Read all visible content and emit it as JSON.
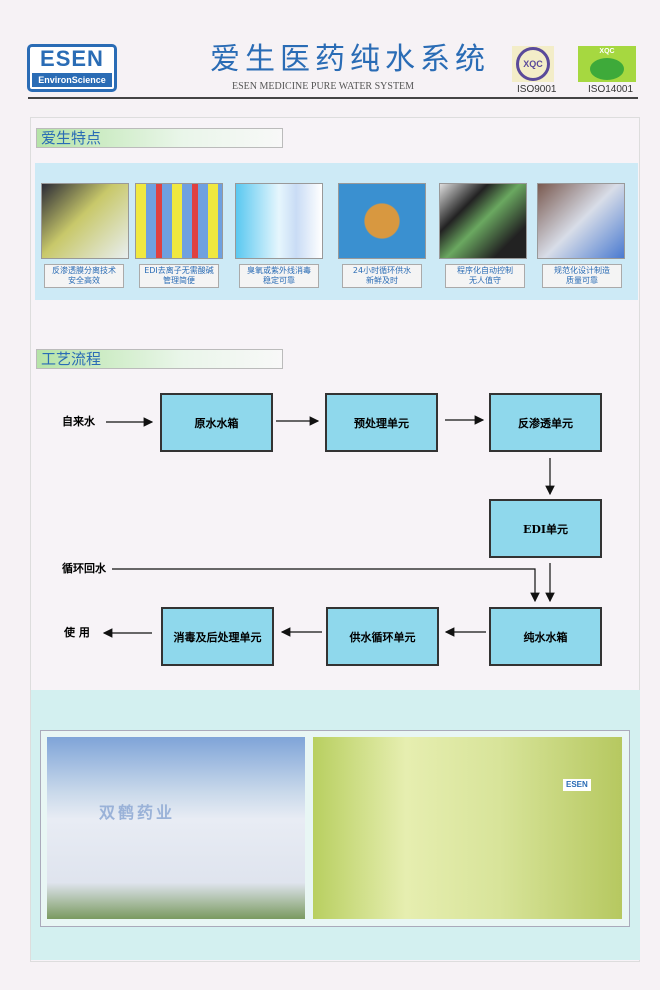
{
  "header": {
    "logo_text": "ESEN",
    "logo_sub": "EnvironScience",
    "title_cn": "爱生医药纯水系统",
    "title_en": "ESEN MEDICINE PURE WATER SYSTEM",
    "certs": [
      {
        "mark": "XQC",
        "label": "ISO9001"
      },
      {
        "mark": "XQC",
        "label": "ISO14001"
      }
    ]
  },
  "features": {
    "title": "爱生特点",
    "items": [
      {
        "line1": "反渗透膜分离技术",
        "line2": "安全高效"
      },
      {
        "line1": "EDI去离子无需酸碱",
        "line2": "管理简便"
      },
      {
        "line1": "臭氧或紫外线消毒",
        "line2": "稳定可靠"
      },
      {
        "line1": "24小时循环供水",
        "line2": "新鲜及时"
      },
      {
        "line1": "程序化自动控制",
        "line2": "无人值守"
      },
      {
        "line1": "规范化设计制造",
        "line2": "质量可靠"
      }
    ]
  },
  "process": {
    "title": "工艺流程",
    "input": "自来水",
    "recycle": "循环回水",
    "output": "使 用",
    "steps": [
      "原水水箱",
      "预处理单元",
      "反渗透单元",
      "EDI单元",
      "纯水水箱",
      "供水循环单元",
      "消毒及后处理单元"
    ]
  },
  "photos": {
    "sign": "双鹤药业",
    "badge": "ESEN"
  },
  "colors": {
    "accent": "#2a6cb5",
    "box": "#8fd8ec"
  }
}
